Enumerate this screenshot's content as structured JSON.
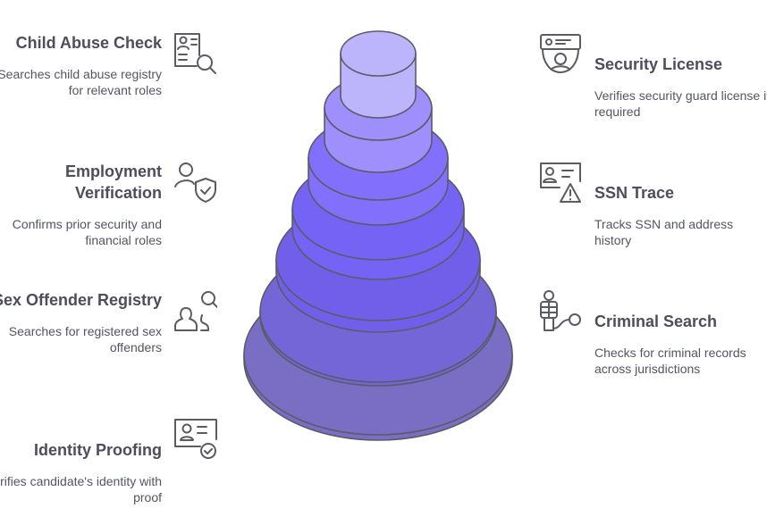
{
  "left_items": [
    {
      "title": "Child Abuse Check",
      "desc": "Searches child abuse registry for relevant roles",
      "icon": "profile-search-icon"
    },
    {
      "title": "Employment Verification",
      "desc": "Confirms prior security and financial roles",
      "icon": "user-shield-icon"
    },
    {
      "title": "Sex Offender Registry",
      "desc": "Searches for registered sex offenders",
      "icon": "users-search-icon"
    },
    {
      "title": "Identity Proofing",
      "desc": "Verifies candidate's identity with proof",
      "icon": "id-check-icon"
    }
  ],
  "right_items": [
    {
      "title": "Security License",
      "desc": "Verifies security guard license if required",
      "icon": "security-badge-icon"
    },
    {
      "title": "SSN Trace",
      "desc": "Tracks SSN and address history",
      "icon": "id-warning-icon"
    },
    {
      "title": "Criminal Search",
      "desc": "Checks for criminal records across jurisdictions",
      "icon": "prisoner-icon"
    }
  ],
  "tier_colors": [
    "#7a6dc4",
    "#7466d6",
    "#715fea",
    "#7563f5",
    "#8270fc",
    "#9e8ffc",
    "#bdb5fc"
  ],
  "stroke_color": "#5b5b66"
}
